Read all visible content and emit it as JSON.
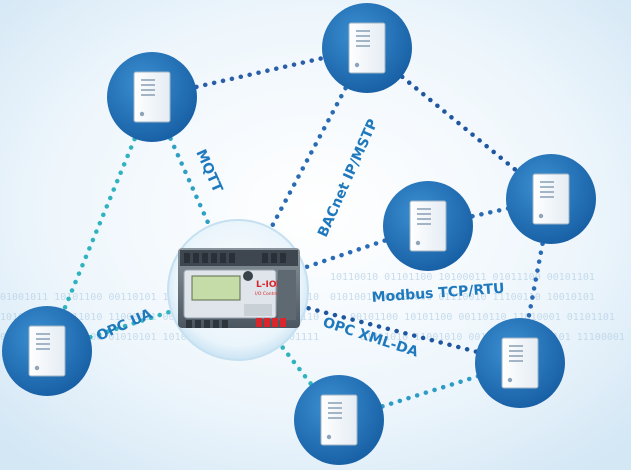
{
  "diagram": {
    "protocols": {
      "mqtt": "MQTT",
      "bacnet": "BACnet IP/MSTP",
      "modbus": "Modbus TCP/RTU",
      "opc_ua": "OPC UA",
      "opc_xml": "OPC XML-DA"
    },
    "device": {
      "brand": "L-IOB",
      "subtitle": "I/O Controller"
    },
    "servers": [
      "server-top-left",
      "server-top-center",
      "server-right",
      "server-center-right",
      "server-left",
      "server-bottom",
      "server-bottom-right"
    ],
    "colors": {
      "node_blue": "#1f6fb5",
      "dot_teal": "#2fb3bf",
      "dot_blue": "#2a5ea8",
      "label_blue": "#1f79bd",
      "accent_red": "#d8262c"
    }
  }
}
